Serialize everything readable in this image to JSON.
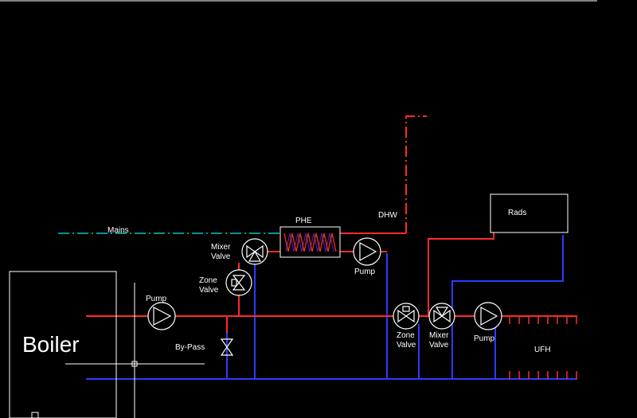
{
  "labels": {
    "boiler": "Boiler",
    "pump_boiler": "Pump",
    "bypass": "By-Pass",
    "mains": "Mains",
    "phe": "PHE",
    "dhw": "DHW",
    "mixer_valve_top_line1": "Mixer",
    "mixer_valve_top_line2": "Valve",
    "zone_valve_top_line1": "Zone",
    "zone_valve_top_line2": "Valve",
    "pump_dhw": "Pump",
    "rads": "Rads",
    "zone_valve_ufh_line1": "Zone",
    "zone_valve_ufh_line2": "Valve",
    "mixer_valve_ufh_line1": "Mixer",
    "mixer_valve_ufh_line2": "Valve",
    "pump_ufh": "Pump",
    "ufh": "UFH"
  },
  "colors": {
    "background": "#000000",
    "flow": "#ff2a2a",
    "return": "#2b3cff",
    "mains": "#00c8c8",
    "dhw_pipe": "#ff2a2a",
    "outline": "#ffffff",
    "phe_coil": "#c81ed0"
  }
}
